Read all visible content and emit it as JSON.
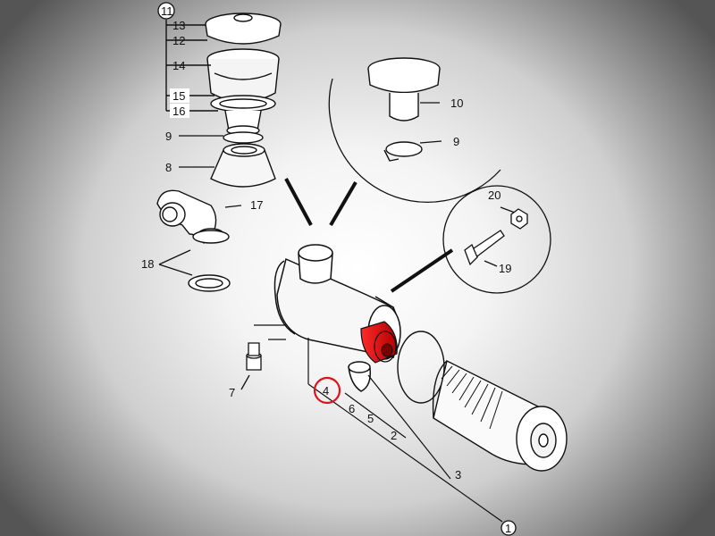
{
  "labels": {
    "n1": "1",
    "n2": "2",
    "n3": "3",
    "n4": "4",
    "n5": "5",
    "n6": "6",
    "n7": "7",
    "n8": "8",
    "n9a": "9",
    "n9b": "9",
    "n10": "10",
    "n11": "11",
    "n12": "12",
    "n13": "13",
    "n14": "14",
    "n15": "15",
    "n16": "16",
    "n17": "17",
    "n18": "18",
    "n19": "19",
    "n20": "20"
  },
  "colors": {
    "highlight": "#e0111b",
    "line": "#111111"
  },
  "highlighted_part": "4"
}
